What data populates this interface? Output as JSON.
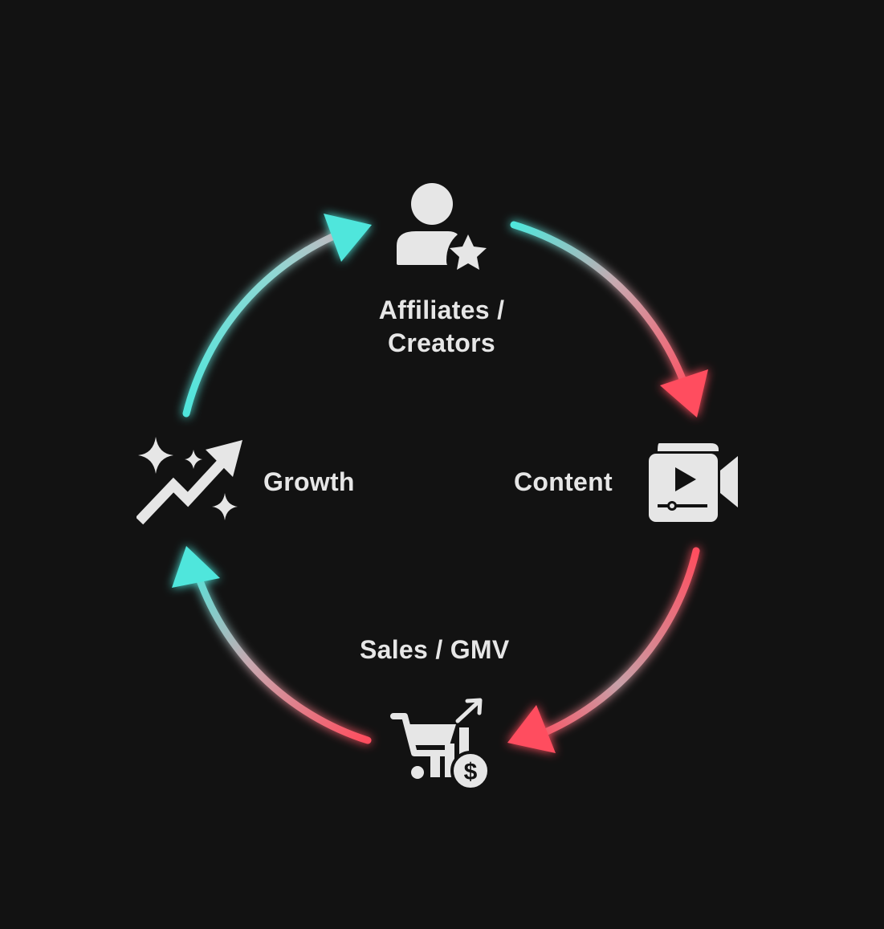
{
  "nodes": {
    "affiliates": {
      "line1": "Affiliates /",
      "line2": "Creators",
      "icon": "user-star-icon"
    },
    "content": {
      "label": "Content",
      "icon": "video-camera-icon"
    },
    "sales": {
      "label": "Sales / GMV",
      "icon": "cart-dollar-chart-icon"
    },
    "growth": {
      "label": "Growth",
      "icon": "trend-up-sparkle-icon"
    }
  },
  "colors": {
    "background": "#121212",
    "teal": "#4fe6dc",
    "coral": "#ff4d5e",
    "icon": "#e6e6e6",
    "text": "#e6e6e6"
  }
}
